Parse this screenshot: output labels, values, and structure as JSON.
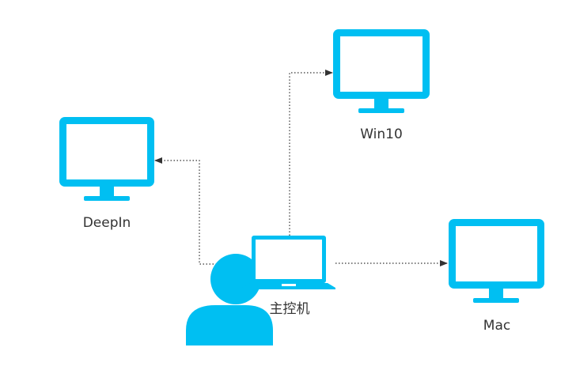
{
  "colors": {
    "device": "#00BFF2",
    "screen": "#ffffff",
    "connector": "#333333",
    "text": "#333333"
  },
  "icons": {
    "monitor": "monitor-icon",
    "laptop": "laptop-icon",
    "user": "user-icon"
  },
  "nodes": {
    "win10": {
      "label": "Win10"
    },
    "deepin": {
      "label": "DeepIn"
    },
    "mac": {
      "label": "Mac"
    },
    "controller": {
      "label": "主控机"
    }
  },
  "edges": [
    {
      "from": "controller",
      "to": "win10",
      "style": "dotted-arrow"
    },
    {
      "from": "controller",
      "to": "deepin",
      "style": "dotted-arrow"
    },
    {
      "from": "controller",
      "to": "mac",
      "style": "dotted-arrow"
    }
  ]
}
